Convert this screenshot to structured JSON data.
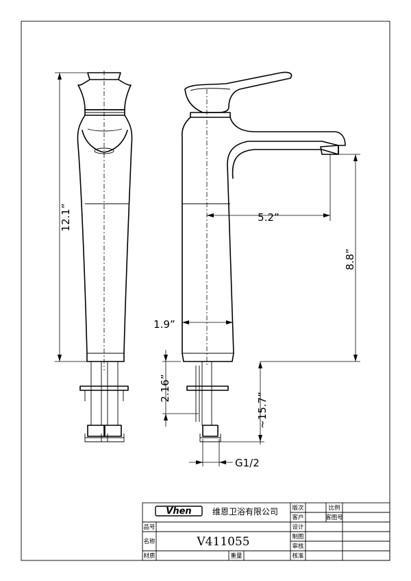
{
  "dimensions": {
    "total_height": "12.1”",
    "spout_reach": "5.2”",
    "spout_height": "8.8”",
    "base_diameter": "1.9”",
    "shank_length": "2.16”",
    "hose_length": "~15.7”",
    "thread": "G1/2"
  },
  "title_block": {
    "logo": "Vhen",
    "company": "维恩卫浴有限公司",
    "product_no_label": "品号",
    "name_label": "名称",
    "material_label": "材质",
    "weight_label": "重量",
    "model": "V411055",
    "version_label": "版次",
    "scale_label": "比例",
    "customer_label": "客户",
    "customer_model_label": "客图号",
    "design_label": "设计",
    "drawing_label": "制图",
    "review_label": "审核",
    "check_label": "核准"
  }
}
